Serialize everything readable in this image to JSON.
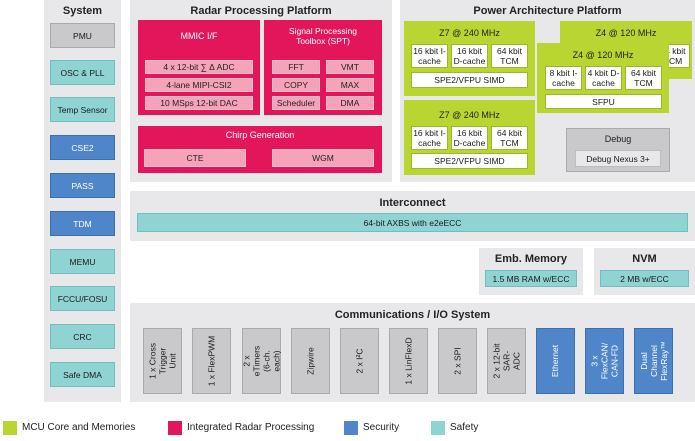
{
  "colors": {
    "mcu_core": "#b9d532",
    "radar": "#e3165b",
    "security": "#4f86c9",
    "safety": "#8fd3d3",
    "panel": "#e8e8ea"
  },
  "system": {
    "title": "System",
    "items": [
      {
        "label": "PMU",
        "kind": "grey"
      },
      {
        "label": "OSC & PLL",
        "kind": "teal"
      },
      {
        "label": "Temp Sensor",
        "kind": "teal"
      },
      {
        "label": "CSE2",
        "kind": "blue"
      },
      {
        "label": "PASS",
        "kind": "blue"
      },
      {
        "label": "TDM",
        "kind": "blue"
      },
      {
        "label": "MEMU",
        "kind": "teal"
      },
      {
        "label": "FCCU/FOSU",
        "kind": "teal"
      },
      {
        "label": "CRC",
        "kind": "teal"
      },
      {
        "label": "Safe DMA",
        "kind": "teal"
      }
    ]
  },
  "radar": {
    "title": "Radar Processing Platform",
    "mmic": {
      "title": "MMIC I/F",
      "items": [
        "4 x 12-bit ∑ Δ ADC",
        "4-lane MIPI-CSI2",
        "10 MSps 12-bit DAC"
      ]
    },
    "spt": {
      "title": "Signal Processing Toolbox (SPT)",
      "items": [
        "FFT",
        "VMT",
        "COPY",
        "MAX",
        "Scheduler",
        "DMA"
      ]
    },
    "chirp": {
      "title": "Chirp Generation",
      "items": [
        "CTE",
        "WGM"
      ]
    }
  },
  "power": {
    "title": "Power Architecture Platform",
    "z7a": {
      "title": "Z7 @ 240 MHz",
      "cells": [
        "16 kbit I-cache",
        "16 kbit D-cache",
        "64 kbit TCM"
      ],
      "footer": "SPE2/VFPU SIMD"
    },
    "z7b": {
      "title": "Z7 @ 240 MHz",
      "cells": [
        "16 kbit I-cache",
        "16 kbit D-cache",
        "64 kbit TCM"
      ],
      "footer": "SPE2/VFPU SIMD"
    },
    "z4back": {
      "title": "Z4 @ 120 MHz",
      "cells": [
        "64 kbit TCM"
      ]
    },
    "z4front": {
      "title": "Z4 @ 120 MHz",
      "cells": [
        "8 kbit I-cache",
        "4 kbit D-cache",
        "64 kbit TCM"
      ],
      "footer": "SFPU"
    },
    "debug": {
      "title": "Debug",
      "item": "Debug Nexus 3+"
    }
  },
  "interconnect": {
    "title": "Interconnect",
    "bar": "64-bit AXBS with e2eECC"
  },
  "emb_memory": {
    "title": "Emb. Memory",
    "item": "1.5 MB RAM w/ECC"
  },
  "nvm": {
    "title": "NVM",
    "item": "2 MB w/ECC"
  },
  "comms": {
    "title": "Communications / I/O System",
    "items": [
      {
        "label": "1 x Cross Trigger Unit",
        "kind": "grey"
      },
      {
        "label": "1 x FlexPWM",
        "kind": "grey"
      },
      {
        "label": "2 x eTimers (6-ch. each)",
        "kind": "grey"
      },
      {
        "label": "Zipwire",
        "kind": "grey"
      },
      {
        "label": "2 x I²C",
        "kind": "grey"
      },
      {
        "label": "1 x LinFlexD",
        "kind": "grey"
      },
      {
        "label": "2 x SPI",
        "kind": "grey"
      },
      {
        "label": "2 x 12-bit SAR-ADC",
        "kind": "grey"
      },
      {
        "label": "Ethernet",
        "kind": "blue"
      },
      {
        "label": "3 x FlexCAN/ CAN-FD",
        "kind": "blue"
      },
      {
        "label": "Dual Channel FlexRay™",
        "kind": "blue"
      }
    ]
  },
  "legend": [
    {
      "label": "MCU Core and Memories",
      "color": "#b9d532"
    },
    {
      "label": "Integrated Radar Processing",
      "color": "#e3165b"
    },
    {
      "label": "Security",
      "color": "#4f86c9"
    },
    {
      "label": "Safety",
      "color": "#8fd3d3"
    }
  ]
}
